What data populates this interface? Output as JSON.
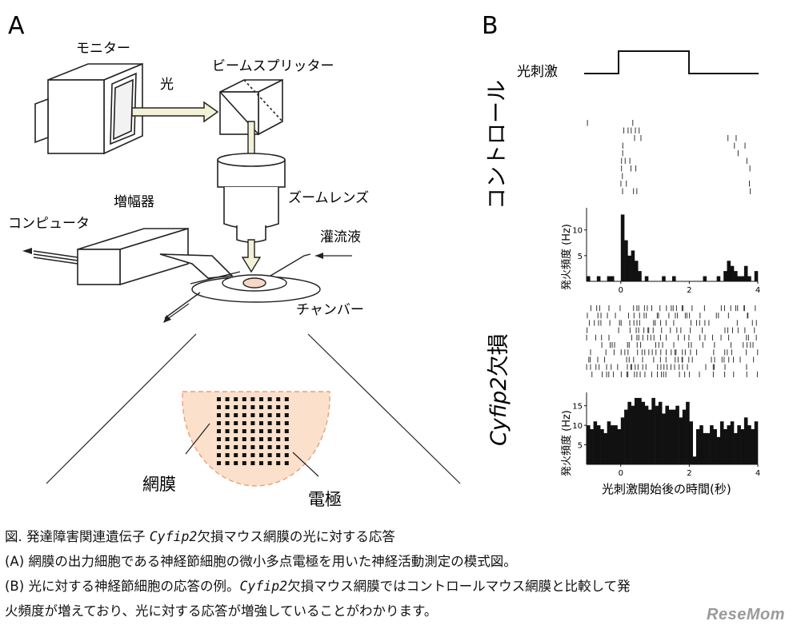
{
  "panel_a": {
    "letter": "A",
    "monitor": "モニター",
    "light": "光",
    "beam_splitter": "ビームスプリッター",
    "zoom_lens": "ズームレンズ",
    "amplifier": "増幅器",
    "computer": "コンピュータ",
    "perfusion": "灌流液",
    "chamber": "チャンバー",
    "retina": "網膜",
    "electrode": "電極",
    "electrode_grid": {
      "rows": 9,
      "cols": 9
    }
  },
  "panel_b": {
    "letter": "B",
    "stimulus_label": "光刺激",
    "control_label": "コントロール",
    "knockout_label_italic": "Cyfip2",
    "knockout_label_rest": "欠損",
    "ylabel": "発火頻度 (Hz)",
    "xlabel": "光刺激開始後の時間(秒)"
  },
  "chart_data": [
    {
      "type": "bar",
      "title": "コントロール",
      "ylabel": "発火頻度 (Hz)",
      "xlabel": "",
      "xlim": [
        -1,
        4
      ],
      "ylim": [
        0,
        14
      ],
      "xticks": [
        0,
        2,
        4
      ],
      "yticks": [
        5,
        10
      ],
      "bin_width": 0.1,
      "x": [
        -0.95,
        -0.85,
        -0.75,
        -0.65,
        -0.55,
        -0.45,
        -0.35,
        -0.25,
        -0.15,
        -0.05,
        0.05,
        0.15,
        0.25,
        0.35,
        0.45,
        0.55,
        0.65,
        0.75,
        0.85,
        0.95,
        1.05,
        1.15,
        1.25,
        1.35,
        1.45,
        1.55,
        1.65,
        1.75,
        1.85,
        1.95,
        2.05,
        2.15,
        2.25,
        2.35,
        2.45,
        2.55,
        2.65,
        2.75,
        2.85,
        2.95,
        3.05,
        3.15,
        3.25,
        3.35,
        3.45,
        3.55,
        3.65,
        3.75,
        3.85,
        3.95
      ],
      "values": [
        1,
        0,
        0,
        1,
        0,
        0,
        1,
        1,
        0,
        0,
        13,
        8,
        5,
        6,
        4,
        2,
        0,
        1,
        0,
        0,
        0,
        0,
        1,
        0,
        0,
        1,
        0,
        0,
        0,
        0,
        0,
        0,
        0,
        0,
        1,
        0,
        0,
        0,
        1,
        0,
        2,
        4,
        3,
        2,
        1,
        1,
        3,
        1,
        0,
        2
      ]
    },
    {
      "type": "bar",
      "title": "Cyfip2欠損",
      "ylabel": "発火頻度 (Hz)",
      "xlabel": "光刺激開始後の時間(秒)",
      "xlim": [
        -1,
        4
      ],
      "ylim": [
        0,
        18
      ],
      "xticks": [
        0,
        2,
        4
      ],
      "yticks": [
        5,
        10,
        15
      ],
      "bin_width": 0.1,
      "x": [
        -0.95,
        -0.85,
        -0.75,
        -0.65,
        -0.55,
        -0.45,
        -0.35,
        -0.25,
        -0.15,
        -0.05,
        0.05,
        0.15,
        0.25,
        0.35,
        0.45,
        0.55,
        0.65,
        0.75,
        0.85,
        0.95,
        1.05,
        1.15,
        1.25,
        1.35,
        1.45,
        1.55,
        1.65,
        1.75,
        1.85,
        1.95,
        2.05,
        2.15,
        2.25,
        2.35,
        2.45,
        2.55,
        2.65,
        2.75,
        2.85,
        2.95,
        3.05,
        3.15,
        3.25,
        3.35,
        3.45,
        3.55,
        3.65,
        3.75,
        3.85,
        3.95
      ],
      "values": [
        10,
        9,
        11,
        10,
        9,
        8,
        11,
        10,
        10,
        9,
        12,
        14,
        16,
        15,
        17,
        17,
        16,
        15,
        14,
        17,
        15,
        16,
        13,
        15,
        14,
        14,
        15,
        12,
        14,
        16,
        11,
        2,
        9,
        10,
        8,
        8,
        10,
        9,
        7,
        11,
        9,
        10,
        11,
        8,
        10,
        9,
        12,
        10,
        9,
        11
      ]
    }
  ],
  "caption": {
    "line1_before": "図. 発達障害関連遺伝子",
    "line1_italic": "Cyfip2",
    "line1_after": "欠損マウス網膜の光に対する応答",
    "line2": "(A) 網膜の出力細胞である神経節細胞の微小多点電極を用いた神経活動測定の模式図。",
    "line3_before": "(B) 光に対する神経節細胞の応答の例。",
    "line3_italic": "Cyfip2",
    "line3_after": "欠損マウス網膜ではコントロールマウス網膜と比較して発",
    "line4": "火頻度が増えており、光に対する応答が増強していることがわかります。"
  },
  "watermark": "ReseMom"
}
